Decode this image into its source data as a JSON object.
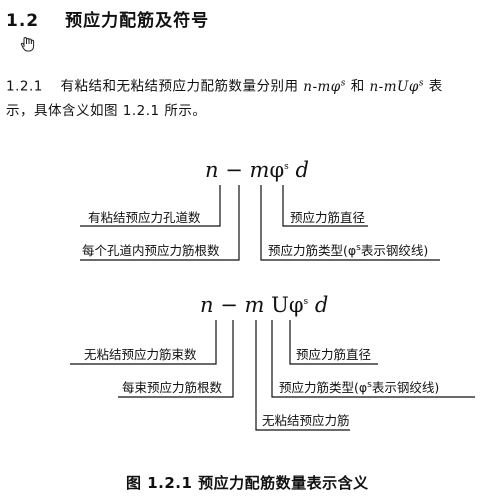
{
  "section": {
    "number": "1.2",
    "title": "预应力配筋及符号"
  },
  "paragraph": {
    "number": "1.2.1",
    "text_start": "有粘结和无粘结预应力配筋数量分别用",
    "symbol1": {
      "main": "n-mφ",
      "sup": "s"
    },
    "connector": "和",
    "symbol2": {
      "main": "n-mUφ",
      "sup": "s"
    },
    "text_end_line1": "表",
    "text_line2": "示，具体含义如图 1.2.1 所示。"
  },
  "formula1": {
    "n": "n",
    "dash": "−",
    "m": "m",
    "phi": "φ",
    "sup": "s",
    "d": "d",
    "labels": {
      "bonded_duct_count": "有粘结预应力孔道数",
      "tendons_per_duct": "每个孔道内预应力筋根数",
      "tendon_diameter": "预应力筋直径",
      "tendon_type": "预应力筋类型(φ",
      "tendon_type_sup": "s",
      "tendon_type_end": "表示钢绞线)"
    }
  },
  "formula2": {
    "n": "n",
    "dash": "−",
    "m": "m",
    "u": "U",
    "phi": "φ",
    "sup": "s",
    "d": "d",
    "labels": {
      "unbonded_bundle_count": "无粘结预应力筋束数",
      "tendons_per_bundle": "每束预应力筋根数",
      "tendon_diameter": "预应力筋直径",
      "tendon_type": "预应力筋类型(φ",
      "tendon_type_sup": "s",
      "tendon_type_end": "表示钢绞线)",
      "unbonded_tendon": "无粘结预应力筋"
    }
  },
  "figure": {
    "caption": "图 1.2.1  预应力配筋数量表示含义"
  }
}
